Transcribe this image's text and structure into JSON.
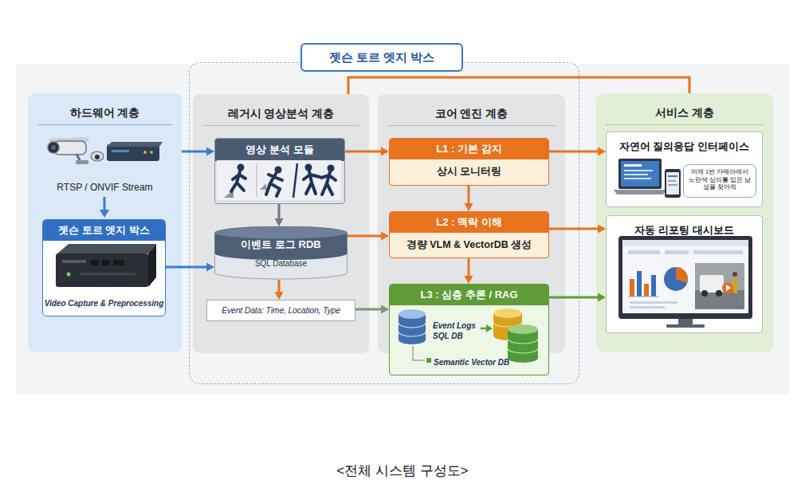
{
  "diagram": {
    "caption": "<전체 시스템 구성도>",
    "nodes": [
      {
        "text": [
          "하드웨어 계층"
        ]
      },
      {
        "text": [
          "젯슨 토르 엣지 박스",
          "Video Capture & Preprocessing"
        ],
        "in": 0
      },
      {
        "text": [
          "젯슨 토르 엣지 박스"
        ]
      },
      {
        "text": [
          "레거시 영상분석 계층"
        ],
        "in": 2
      },
      {
        "text": [
          "영상 분석 모듈"
        ],
        "in": 3
      },
      {
        "text": [
          "이벤트 로그 RDB",
          "SQL Database"
        ],
        "in": 3
      },
      {
        "text": [
          "Event Data: Time, Location, Type"
        ],
        "in": 3
      },
      {
        "text": [
          "코어 엔진 계층"
        ],
        "in": 2
      },
      {
        "text": [
          "L1 : 기본 감지",
          "상시 모니터링"
        ],
        "in": 7
      },
      {
        "text": [
          "L2 : 맥락 이해",
          "경량 VLM & VectorDB 생성"
        ],
        "in": 7
      },
      {
        "text": [
          "L3 : 심층 추론 / RAG",
          "Event Logs SQL DB",
          "Semantic Vector DB"
        ],
        "in": 7
      },
      {
        "text": [
          "서비스 계층"
        ]
      },
      {
        "text": [
          "자연어 질의응답 인터페이스"
        ],
        "in": 11
      },
      {
        "text": [
          "어제 1번 카메라에서 노란색 상의를 입은 남성을 찾아줘"
        ],
        "in": 12
      },
      {
        "text": [
          "자동 리포팅 대시보드"
        ],
        "in": 11
      }
    ],
    "edges": [
      {
        "from": 0,
        "to": 4,
        "arrow": "to"
      },
      {
        "from": 1,
        "to": 5,
        "arrow": "to"
      },
      {
        "from": 4,
        "to": 5,
        "arrow": "to"
      },
      {
        "from": 5,
        "to": 6,
        "arrow": "to"
      },
      {
        "from": 4,
        "to": 8,
        "arrow": "to"
      },
      {
        "from": 5,
        "to": 9,
        "arrow": "to"
      },
      {
        "from": 6,
        "to": 10,
        "arrow": "to"
      },
      {
        "from": 8,
        "to": 9,
        "arrow": "to"
      },
      {
        "from": 9,
        "to": 10,
        "arrow": "to"
      },
      {
        "from": 8,
        "to": 12,
        "arrow": "to"
      },
      {
        "from": 9,
        "to": 14,
        "arrow": "to"
      },
      {
        "from": 10,
        "to": 14,
        "arrow": "to"
      },
      {
        "from": 3,
        "to": 11,
        "arrow": "none"
      }
    ],
    "labels": [
      "RTSP / ONVIF Stream"
    ]
  }
}
